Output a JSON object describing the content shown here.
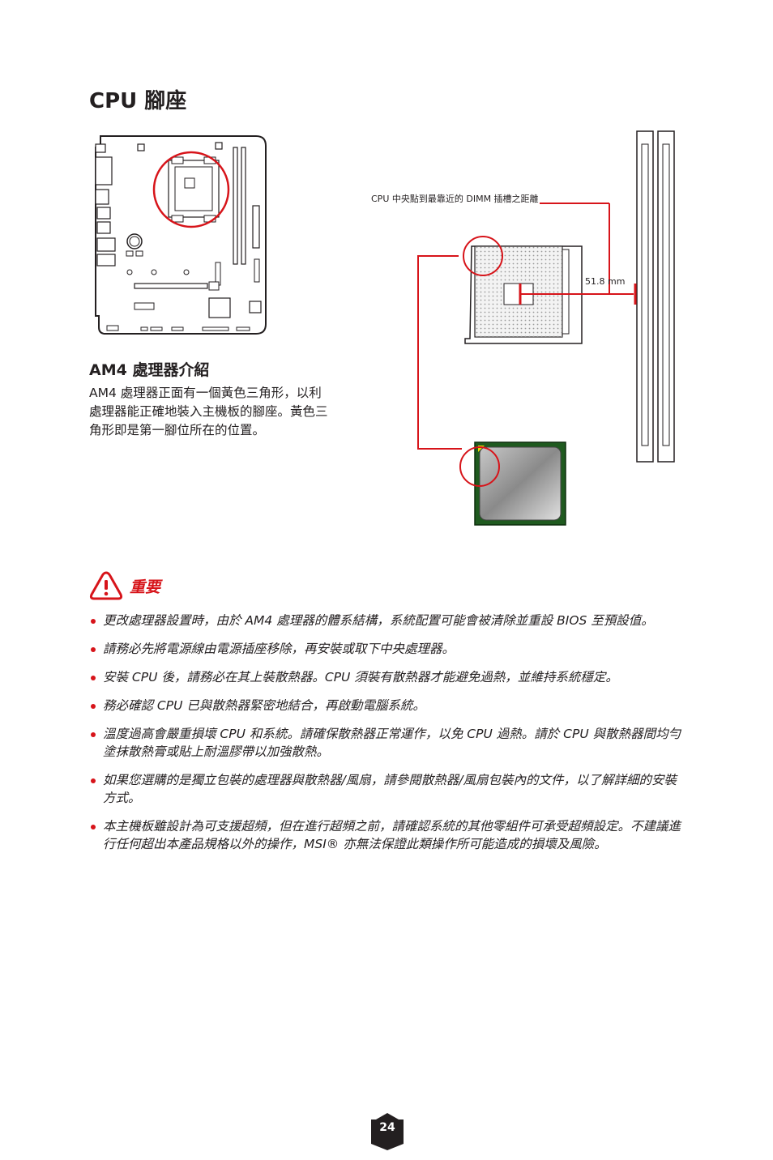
{
  "page": {
    "title": "CPU 腳座",
    "number": "24"
  },
  "section": {
    "heading": "AM4 處理器介紹",
    "intro": "AM4 處理器正面有一個黃色三角形，以利處理器能正確地裝入主機板的腳座。黃色三角形即是第一腳位所在的位置。"
  },
  "diagram": {
    "callout": "CPU 中央點到最靠近的 DIMM 插槽之距離",
    "measurement": "51.8 mm"
  },
  "important": {
    "label": "重要",
    "items": [
      "更改處理器設置時，由於 AM4 處理器的體系結構，系統配置可能會被清除並重設 BIOS 至預設值。",
      "請務必先將電源線由電源插座移除，再安裝或取下中央處理器。",
      "安裝 CPU 後，請務必在其上裝散熱器。CPU 須裝有散熱器才能避免過熱，並維持系統穩定。",
      "務必確認 CPU 已與散熱器緊密地結合，再啟動電腦系統。",
      "溫度過高會嚴重損壞 CPU 和系統。請確保散熱器正常運作，以免 CPU 過熱。請於 CPU 與散熱器間均勻塗抹散熱膏或貼上耐溫膠帶以加強散熱。",
      "如果您選購的是獨立包裝的處理器與散熱器/風扇，請參閱散熱器/風扇包裝內的文件，以了解詳細的安裝方式。",
      "本主機板雖設計為可支援超頻，但在進行超頻之前，請確認系統的其他零組件可承受超頻設定。不建議進行任何超出本產品規格以外的操作，MSI® 亦無法保證此類操作所可能造成的損壞及風險。"
    ]
  },
  "colors": {
    "accent": "#d7141a",
    "text": "#231f20",
    "cpu_green": "#1f5a1f",
    "triangle": "#e8e000"
  }
}
